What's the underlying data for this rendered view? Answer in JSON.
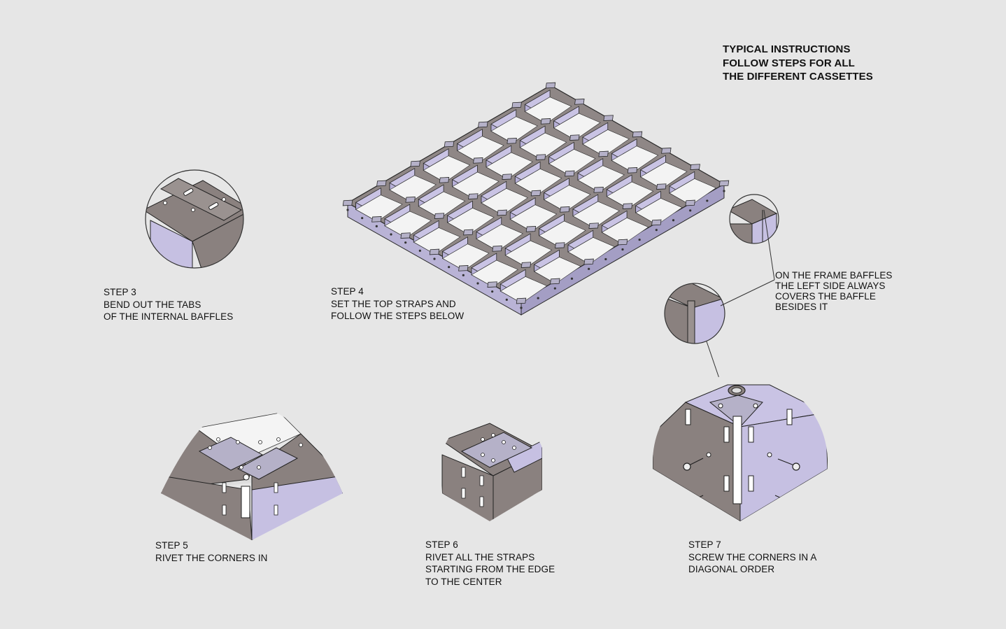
{
  "header": {
    "lines": [
      "TYPICAL INSTRUCTIONS",
      "FOLLOW STEPS FOR ALL",
      "THE DIFFERENT CASSETTES"
    ]
  },
  "steps": [
    {
      "lines": [
        "STEP 3",
        "BEND OUT THE TABS",
        "OF THE INTERNAL BAFFLES"
      ]
    },
    {
      "lines": [
        "STEP 4",
        "SET THE TOP STRAPS AND",
        "FOLLOW THE STEPS BELOW"
      ]
    },
    {
      "lines": [
        "STEP 5",
        "RIVET THE CORNERS IN"
      ]
    },
    {
      "lines": [
        "STEP 6",
        "RIVET ALL THE STRAPS",
        "STARTING FROM THE EDGE",
        "TO THE CENTER"
      ]
    },
    {
      "lines": [
        "STEP 7",
        "SCREW THE CORNERS IN A",
        "DIAGONAL ORDER"
      ]
    }
  ],
  "note": {
    "lines": [
      "ON THE FRAME BAFFLES",
      "THE LEFT SIDE ALWAYS",
      "COVERS THE BAFFLE",
      "BESIDES IT"
    ]
  },
  "colors": {
    "background": "#e6e6e6",
    "metal_dark": "#8a817f",
    "metal_light": "#b5b1c8",
    "baffle_lavender": "#c9c3e4",
    "outline": "#2a2a2a"
  }
}
